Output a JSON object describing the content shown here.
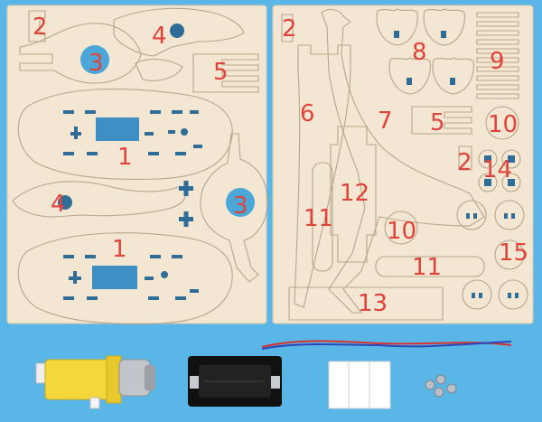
{
  "image": {
    "description_type": "photo",
    "left_board": {
      "labels": [
        "2",
        "4",
        "3",
        "5",
        "1",
        "4",
        "3",
        "1"
      ]
    },
    "right_board": {
      "labels": [
        "2",
        "8",
        "9",
        "6",
        "7",
        "5",
        "10",
        "2",
        "14",
        "12",
        "11",
        "10",
        "11",
        "15",
        "13"
      ]
    }
  },
  "colors": {
    "background": "#5ab6e6",
    "board": "#f3e7d3",
    "label": "#e0433a"
  }
}
